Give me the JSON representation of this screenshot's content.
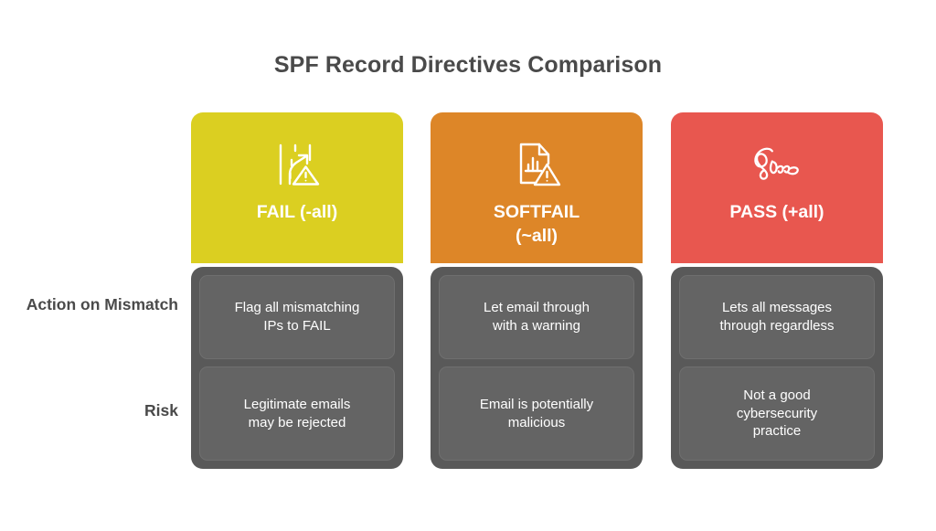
{
  "title": "SPF Record Directives Comparison",
  "theme": {
    "background": "#ffffff",
    "title_color": "#4a4a4a",
    "panel_gray": "#595959",
    "cell_gray": "#646464",
    "cell_border": "#6f6f6f",
    "text_on_color": "#ffffff"
  },
  "rows": [
    {
      "label": "Action on\nMismatch"
    },
    {
      "label": "Risk"
    }
  ],
  "columns": [
    {
      "title": "FAIL (-all)",
      "color": "#DBCF21",
      "icon": "road-merge-warning-icon",
      "cells": [
        "Flag all mismatching\nIPs to FAIL",
        "Legitimate emails\nmay be rejected"
      ]
    },
    {
      "title": "SOFTFAIL\n(~all)",
      "color": "#DD8628",
      "icon": "document-chart-warning-icon",
      "cells": [
        "Let email through\nwith a warning",
        "Email is potentially\nmalicious"
      ]
    },
    {
      "title": "PASS (+all)",
      "color": "#E8574F",
      "icon": "sass-logo-icon",
      "cells": [
        "Lets all messages\nthrough regardless",
        "Not a good\ncybersecurity\npractice"
      ]
    }
  ]
}
